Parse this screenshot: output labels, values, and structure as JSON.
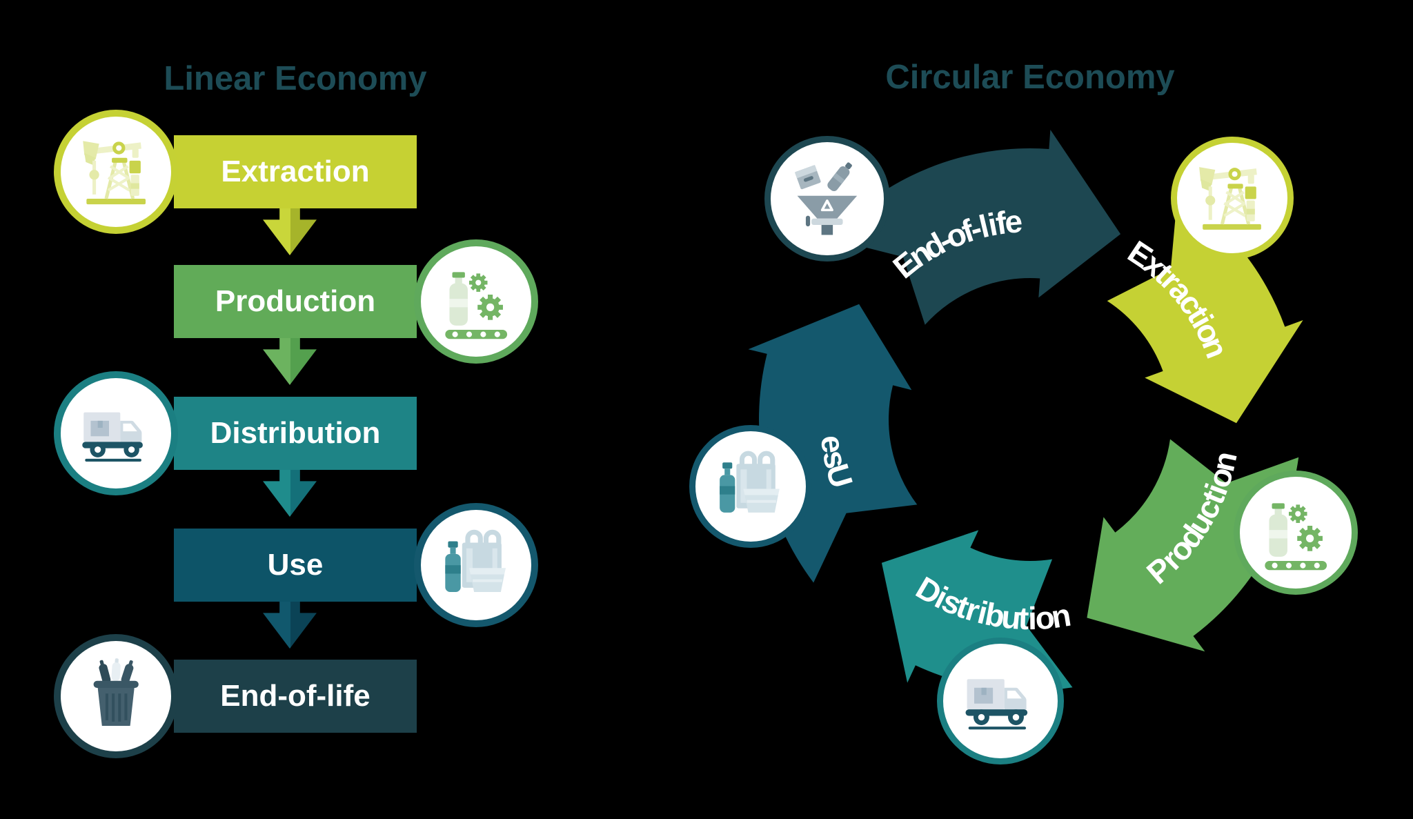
{
  "canvas": {
    "background": "#000000",
    "label_text_color": "#ffffff"
  },
  "linear": {
    "title": "Linear Economy",
    "title_color": "#1d4c56",
    "steps": [
      {
        "label": "Extraction",
        "banner_color": "#c6d133",
        "icon": "oil-pump-icon",
        "icon_ring_color": "#c5d134",
        "icon_side": "left",
        "arrow_light": "#c9d63a",
        "arrow_dark": "#a6b42a"
      },
      {
        "label": "Production",
        "banner_color": "#61ab58",
        "icon": "bottle-factory-icon",
        "icon_ring_color": "#5fa95c",
        "icon_side": "right",
        "arrow_light": "#6cb35f",
        "arrow_dark": "#54a04e"
      },
      {
        "label": "Distribution",
        "banner_color": "#1e8486",
        "icon": "delivery-truck-icon",
        "icon_ring_color": "#1b7f82",
        "icon_side": "left",
        "arrow_light": "#1f8c8c",
        "arrow_dark": "#147079"
      },
      {
        "label": "Use",
        "banner_color": "#0d5468",
        "icon": "plastic-waste-icon",
        "icon_ring_color": "#14586d",
        "icon_side": "right",
        "arrow_light": "#11586d",
        "arrow_dark": "#0b4356"
      },
      {
        "label": "End-of-life",
        "banner_color": "#1d4049",
        "icon": "trash-can-icon",
        "icon_ring_color": "#1d4049",
        "icon_side": "left",
        "arrow_light": null,
        "arrow_dark": null
      }
    ]
  },
  "circular": {
    "title": "Circular Economy",
    "title_color": "#1d4c56",
    "segments": [
      {
        "label": "End-of-life",
        "color": "#1d4751",
        "icon": "recycling-machine-icon",
        "icon_ring_color": "#1d4751"
      },
      {
        "label": "Extraction",
        "color": "#c5d134",
        "icon": "oil-pump-icon",
        "icon_ring_color": "#c5d134"
      },
      {
        "label": "Production",
        "color": "#63ad5a",
        "icon": "bottle-factory-icon",
        "icon_ring_color": "#5fa95c"
      },
      {
        "label": "Distribution",
        "color": "#1f8f8c",
        "icon": "delivery-truck-icon",
        "icon_ring_color": "#1b7f82"
      },
      {
        "label": "Use",
        "color": "#14586d",
        "icon": "plastic-waste-icon",
        "icon_ring_color": "#14586d"
      }
    ]
  }
}
